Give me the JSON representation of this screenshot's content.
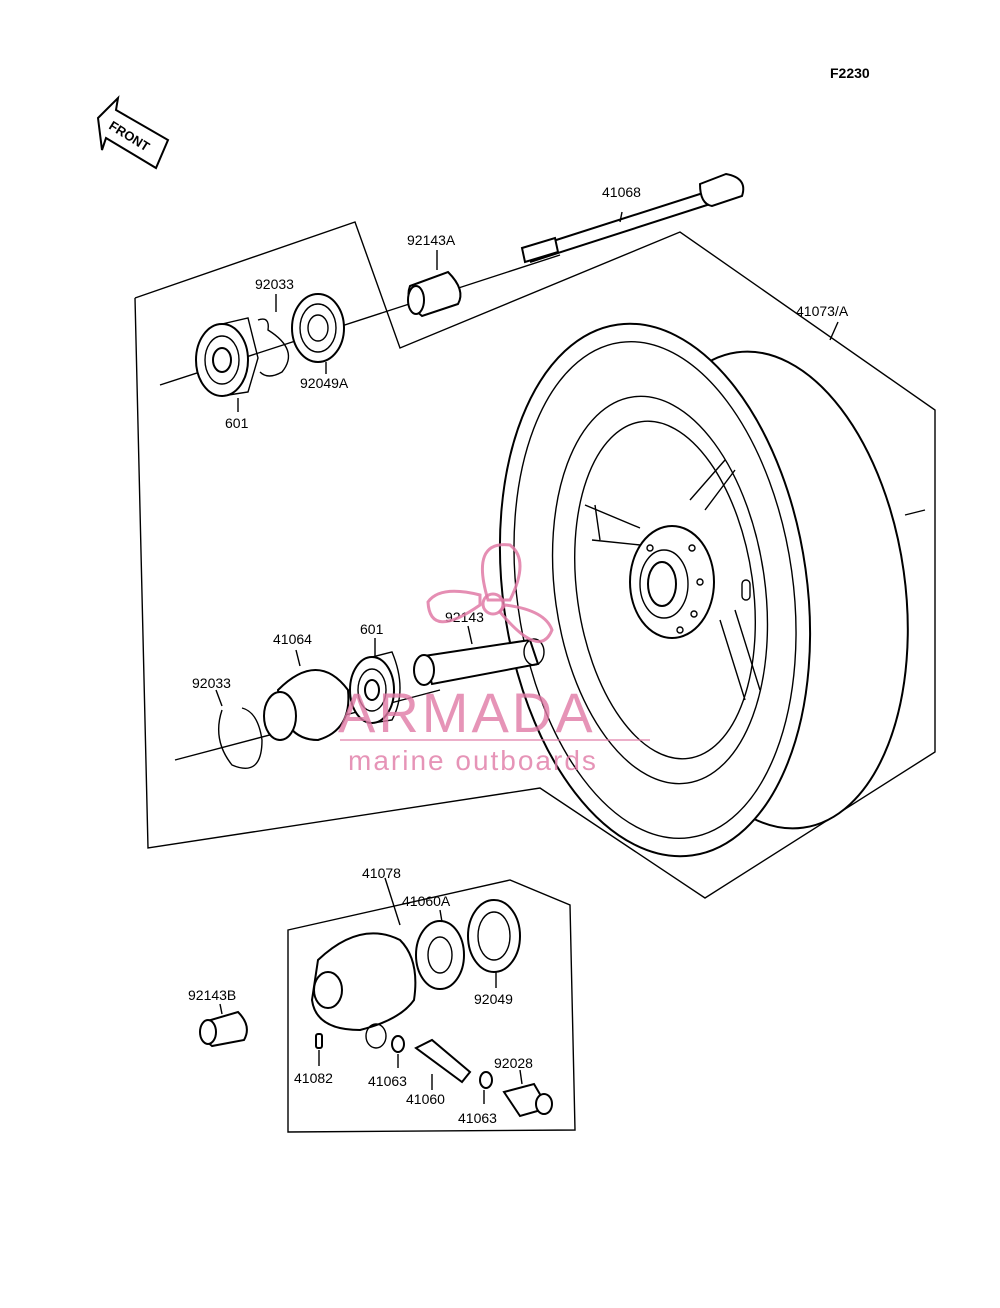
{
  "figure_code": "F2230",
  "direction_label": "FRONT",
  "watermark": {
    "brand": "ARMADA",
    "tagline": "marine outboards",
    "color": "#e07aa6"
  },
  "parts": {
    "axle": "41068",
    "collar_top": "92143A",
    "wheel": "41073/A",
    "circlip_top": "92033",
    "oil_seal_top": "92049A",
    "bearing_top": "601",
    "collar_center": "92143",
    "bearing_mid": "601",
    "coupling": "41064",
    "circlip_mid": "92033",
    "meter_gear_housing": "41078",
    "drive_gear": "41060A",
    "oil_seal_bottom": "92049",
    "collar_bottom": "92143B",
    "pin": "41082",
    "washer_left": "41063",
    "pinion": "41060",
    "washer_right": "41063",
    "bushing": "92028"
  }
}
